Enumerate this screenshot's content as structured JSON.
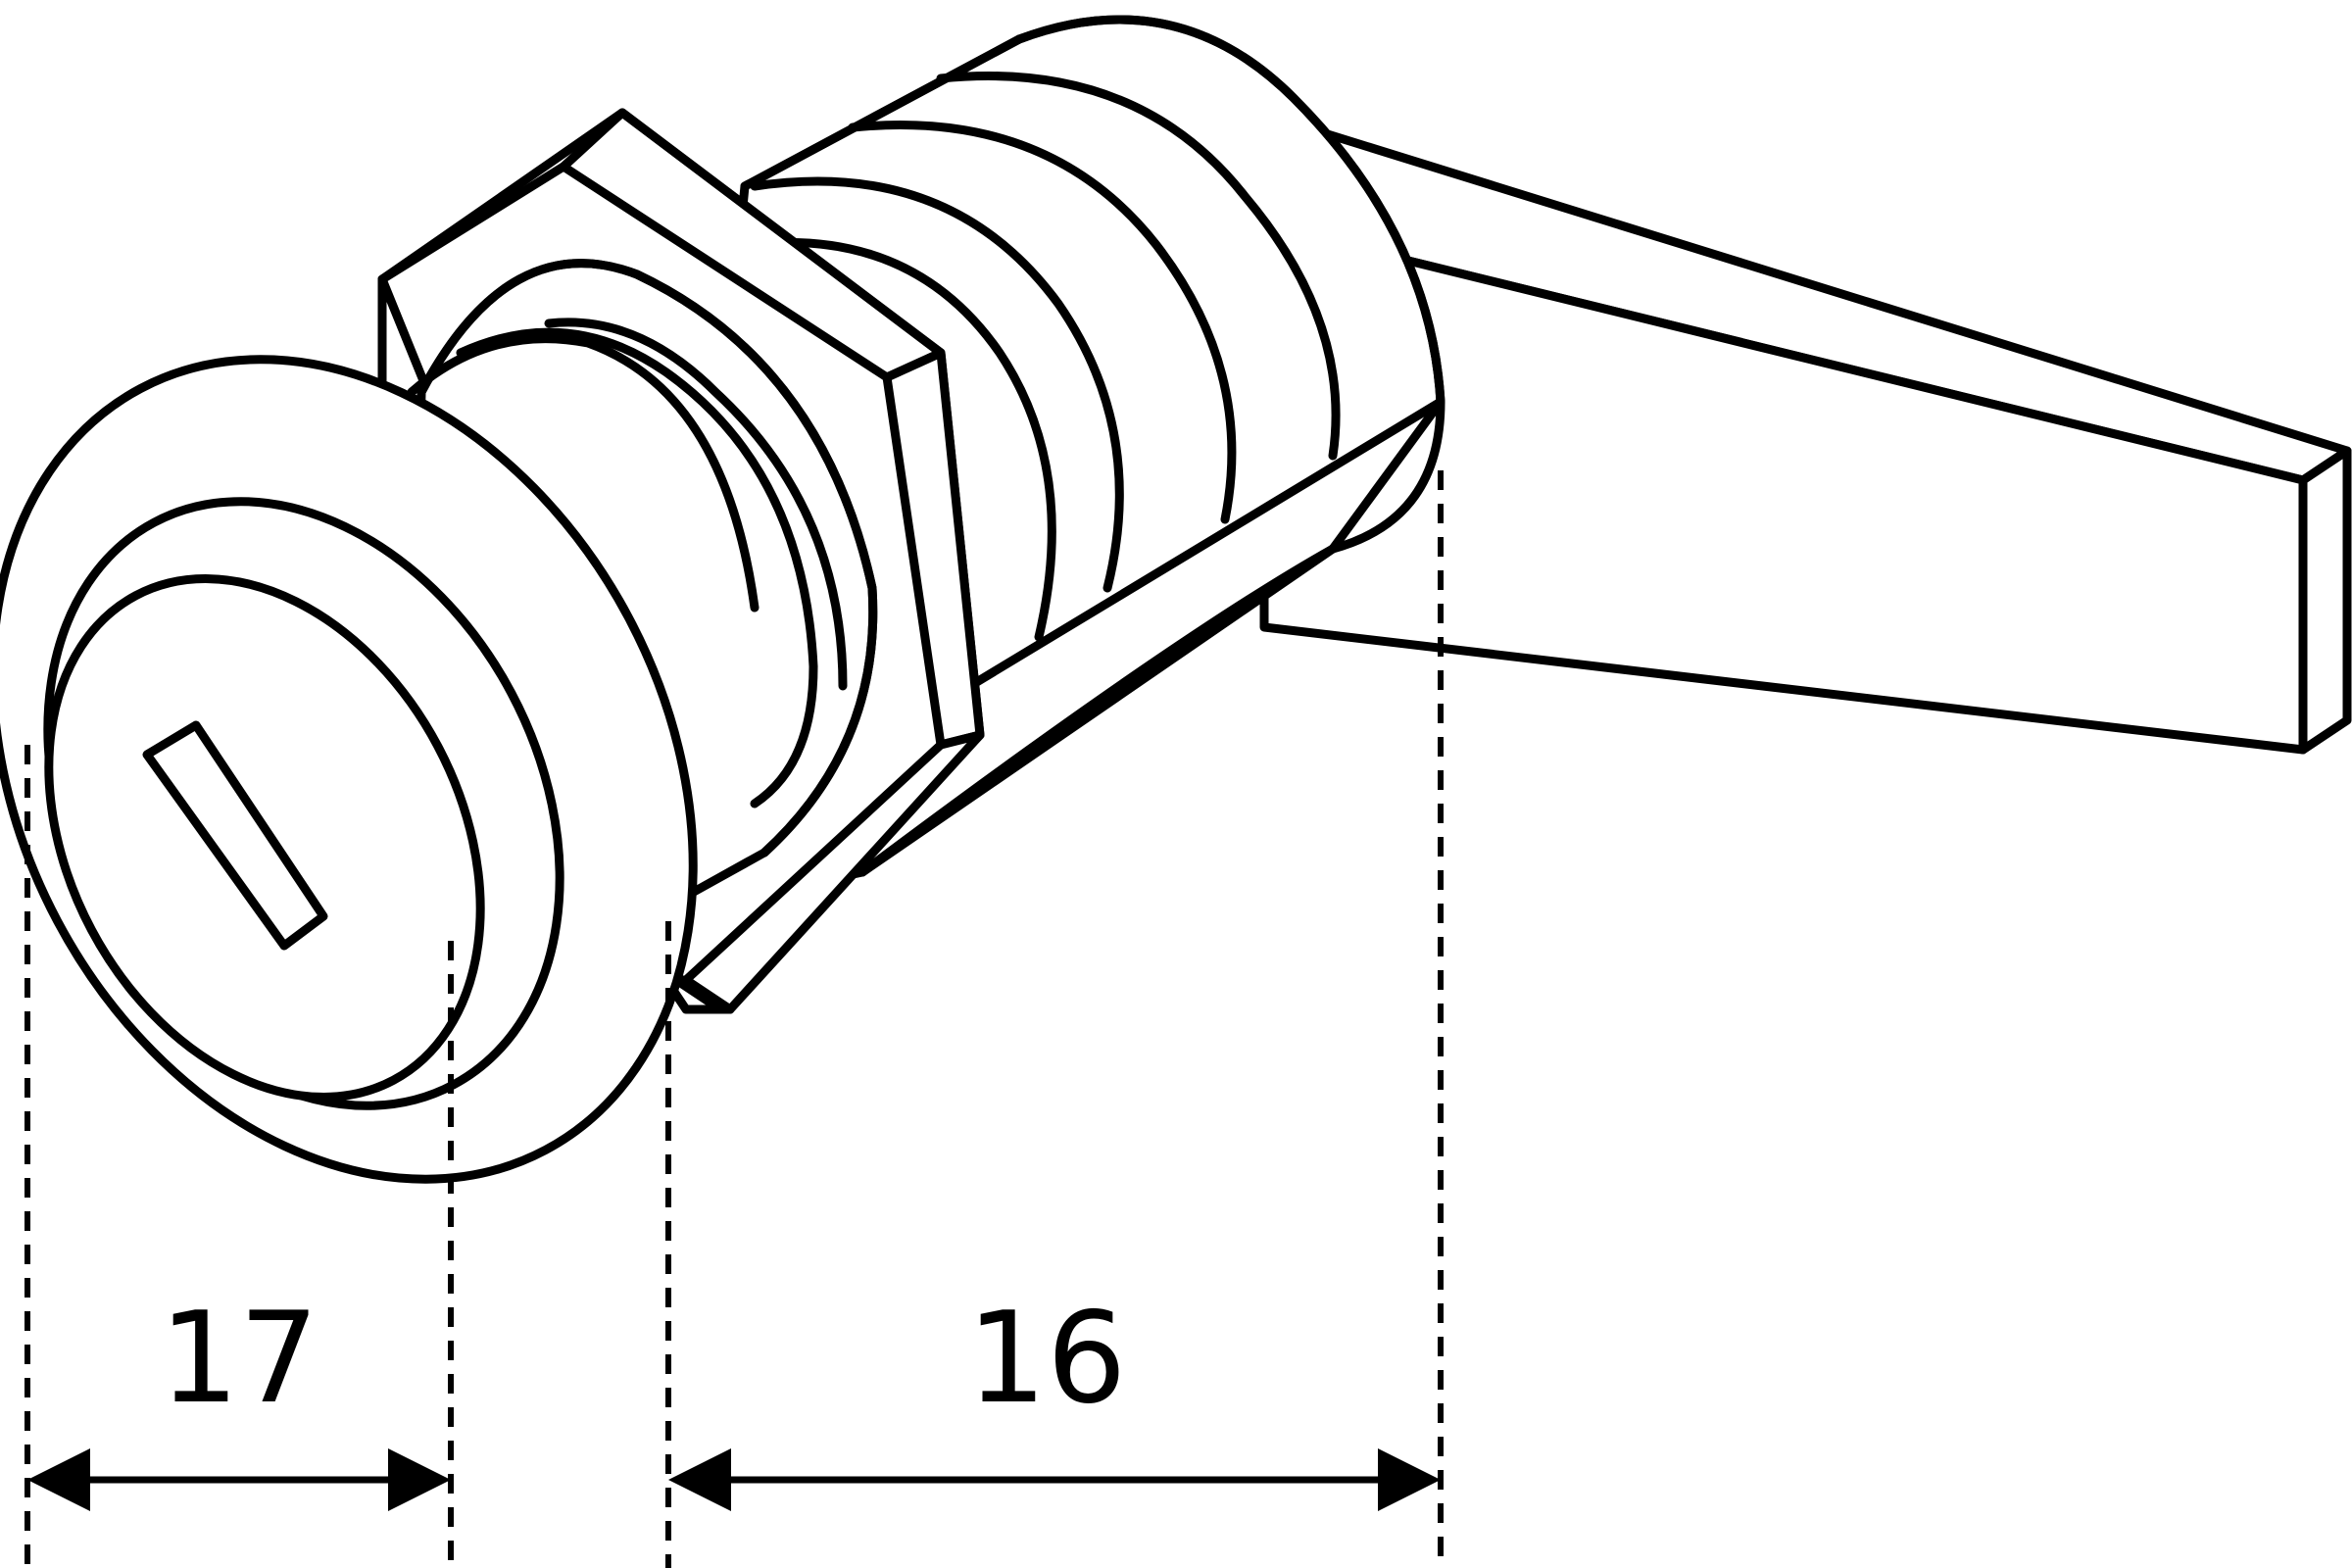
{
  "dimensions": {
    "front_width": "17",
    "body_length": "16"
  },
  "colors": {
    "line": "#000000",
    "background": "#ffffff"
  },
  "icon": "cam-lock-line-drawing"
}
